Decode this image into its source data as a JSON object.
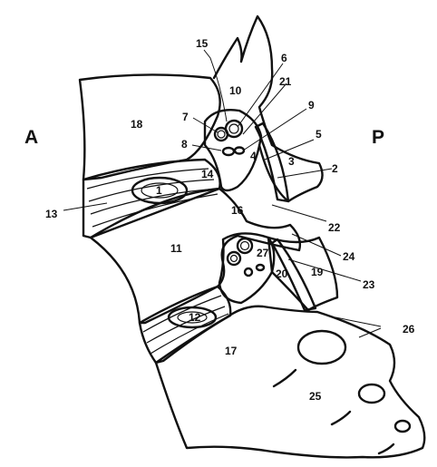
{
  "orientation": {
    "anterior": "A",
    "posterior": "P"
  },
  "labels": {
    "n1": "1",
    "n2": "2",
    "n3": "3",
    "n4": "4",
    "n5": "5",
    "n6": "6",
    "n7": "7",
    "n8": "8",
    "n9": "9",
    "n10": "10",
    "n11": "11",
    "n12": "12",
    "n13": "13",
    "n14": "14",
    "n15": "15",
    "n16": "16",
    "n17": "17",
    "n18": "18",
    "n19": "19",
    "n20": "20",
    "n21": "21",
    "n22": "22",
    "n23": "23",
    "n24": "24",
    "n25": "25",
    "n26": "26",
    "n27": "27"
  }
}
